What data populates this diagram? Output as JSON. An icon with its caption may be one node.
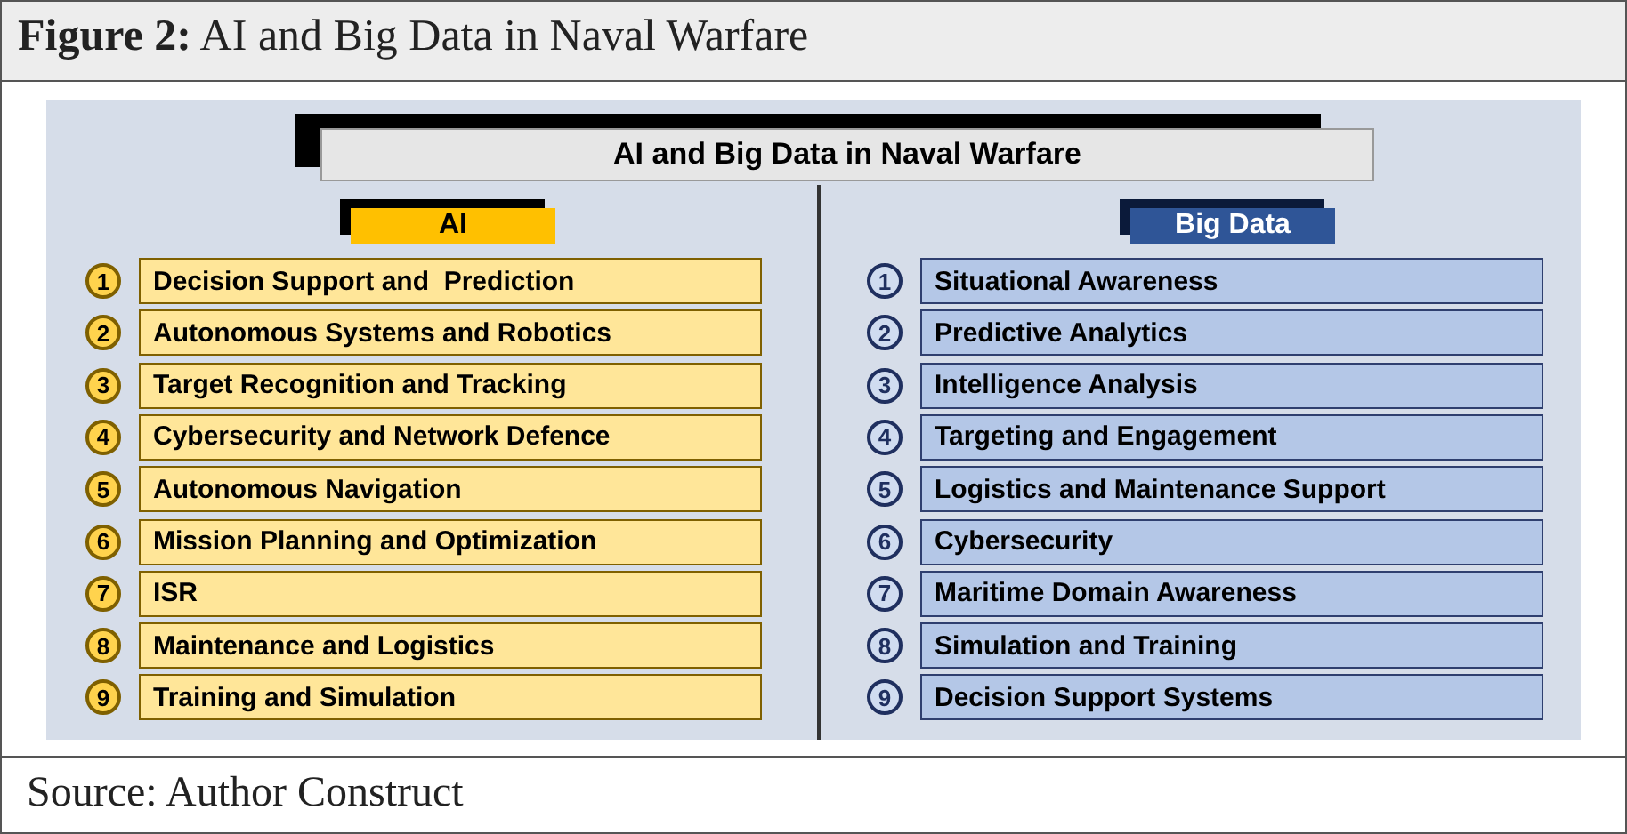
{
  "diagram": {
    "title": "**Figure 2:** AI and Big Data in Naval Warfare",
    "caption": "Source: Author Construct",
    "nodes": [
      {
        "text": [
          "AI and Big Data in Naval Warfare"
        ]
      },
      {
        "text": [
          "AI"
        ]
      },
      {
        "text": [
          "Decision Support and  Prediction"
        ],
        "beside": [
          "1"
        ]
      },
      {
        "text": [
          "Autonomous Systems and Robotics"
        ],
        "beside": [
          "2"
        ]
      },
      {
        "text": [
          "Target Recognition and Tracking"
        ],
        "beside": [
          "3"
        ]
      },
      {
        "text": [
          "Cybersecurity and Network Defence"
        ],
        "beside": [
          "4"
        ]
      },
      {
        "text": [
          "Autonomous Navigation"
        ],
        "beside": [
          "5"
        ]
      },
      {
        "text": [
          "Mission Planning and Optimization"
        ],
        "beside": [
          "6"
        ]
      },
      {
        "text": [
          "ISR"
        ],
        "beside": [
          "7"
        ]
      },
      {
        "text": [
          "Maintenance and Logistics"
        ],
        "beside": [
          "8"
        ]
      },
      {
        "text": [
          "Training and Simulation"
        ],
        "beside": [
          "9"
        ]
      },
      {
        "text": [
          "Big Data"
        ]
      },
      {
        "text": [
          "Situational Awareness"
        ],
        "beside": [
          "1"
        ]
      },
      {
        "text": [
          "Predictive Analytics"
        ],
        "beside": [
          "2"
        ]
      },
      {
        "text": [
          "Intelligence Analysis"
        ],
        "beside": [
          "3"
        ]
      },
      {
        "text": [
          "Targeting and Engagement"
        ],
        "beside": [
          "4"
        ]
      },
      {
        "text": [
          "Logistics and Maintenance Support"
        ],
        "beside": [
          "5"
        ]
      },
      {
        "text": [
          "Cybersecurity"
        ],
        "beside": [
          "6"
        ]
      },
      {
        "text": [
          "Maritime Domain Awareness"
        ],
        "beside": [
          "7"
        ]
      },
      {
        "text": [
          "Simulation and Training"
        ],
        "beside": [
          "8"
        ]
      },
      {
        "text": [
          "Decision Support Systems"
        ],
        "beside": [
          "9"
        ]
      }
    ]
  }
}
